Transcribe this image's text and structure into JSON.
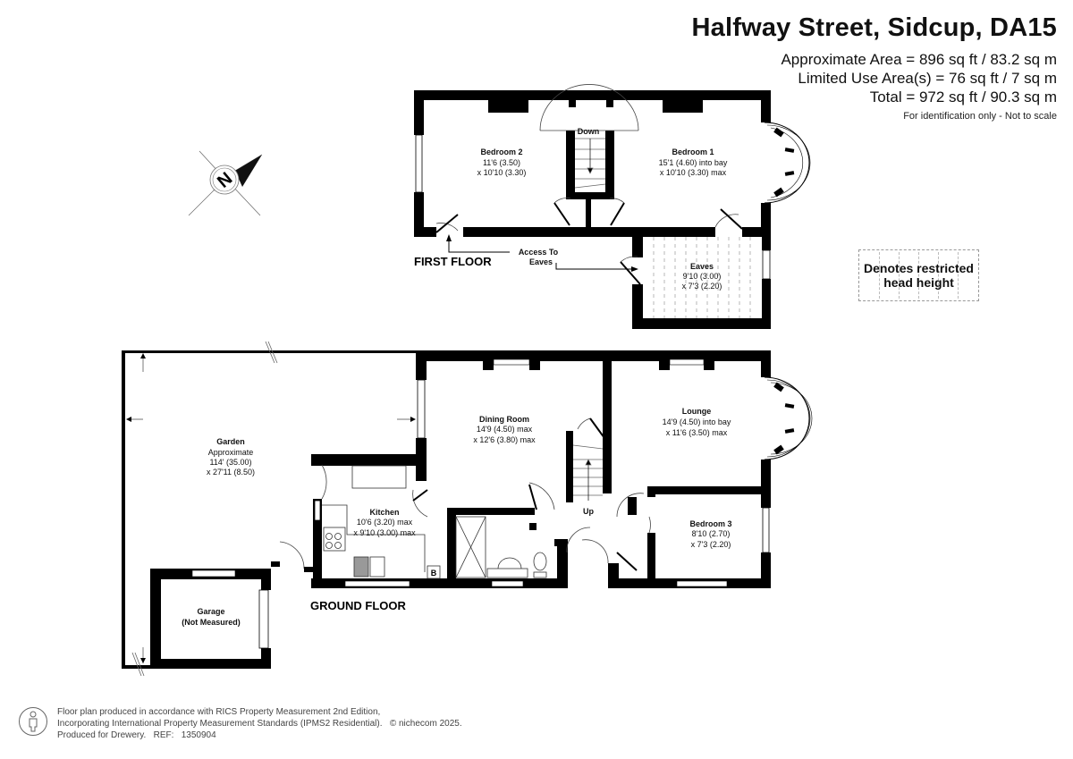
{
  "header": {
    "title": "Halfway Street, Sidcup, DA15",
    "approx_area": "Approximate Area = 896 sq ft / 83.2 sq m",
    "limited_use": "Limited Use Area(s) = 76 sq ft / 7 sq m",
    "total": "Total = 972 sq ft / 90.3 sq m",
    "note": "For identification only - Not to scale"
  },
  "legend": {
    "line1": "Denotes restricted",
    "line2": "head height"
  },
  "compass": {
    "icon": "compass-north-icon",
    "letter": "N"
  },
  "first_floor": {
    "label": "FIRST FLOOR",
    "access_label_1": "Access To",
    "access_label_2": "Eaves",
    "stairs_label": "Down",
    "rooms": [
      {
        "name": "Bedroom 2",
        "dim1": "11'6 (3.50)",
        "dim2": "x 10'10 (3.30)"
      },
      {
        "name": "Bedroom 1",
        "dim1": "15'1 (4.60) into bay",
        "dim2": "x 10'10 (3.30) max"
      },
      {
        "name": "Eaves",
        "dim1": "9'10 (3.00)",
        "dim2": "x 7'3 (2.20)"
      }
    ]
  },
  "ground_floor": {
    "label": "GROUND FLOOR",
    "stairs_label": "Up",
    "boiler_label": "B",
    "rooms": [
      {
        "name": "Garden",
        "dim0": "Approximate",
        "dim1": "114' (35.00)",
        "dim2": "x 27'11 (8.50)"
      },
      {
        "name": "Dining Room",
        "dim1": "14'9 (4.50) max",
        "dim2": "x 12'6 (3.80) max"
      },
      {
        "name": "Lounge",
        "dim1": "14'9 (4.50) into bay",
        "dim2": "x 11'6 (3.50) max"
      },
      {
        "name": "Kitchen",
        "dim1": "10'6 (3.20) max",
        "dim2": "x 9'10 (3.00) max"
      },
      {
        "name": "Bedroom 3",
        "dim1": "8'10 (2.70)",
        "dim2": "x 7'3 (2.20)"
      },
      {
        "name": "Garage",
        "dim1": "(Not Measured)"
      }
    ]
  },
  "footer": {
    "line1": "Floor plan produced in accordance with RICS Property Measurement 2nd Edition,",
    "line2": "Incorporating International Property Measurement Standards (IPMS2 Residential).   © nichecom 2025.",
    "line3": "Produced for Drewery.   REF:   1350904"
  }
}
